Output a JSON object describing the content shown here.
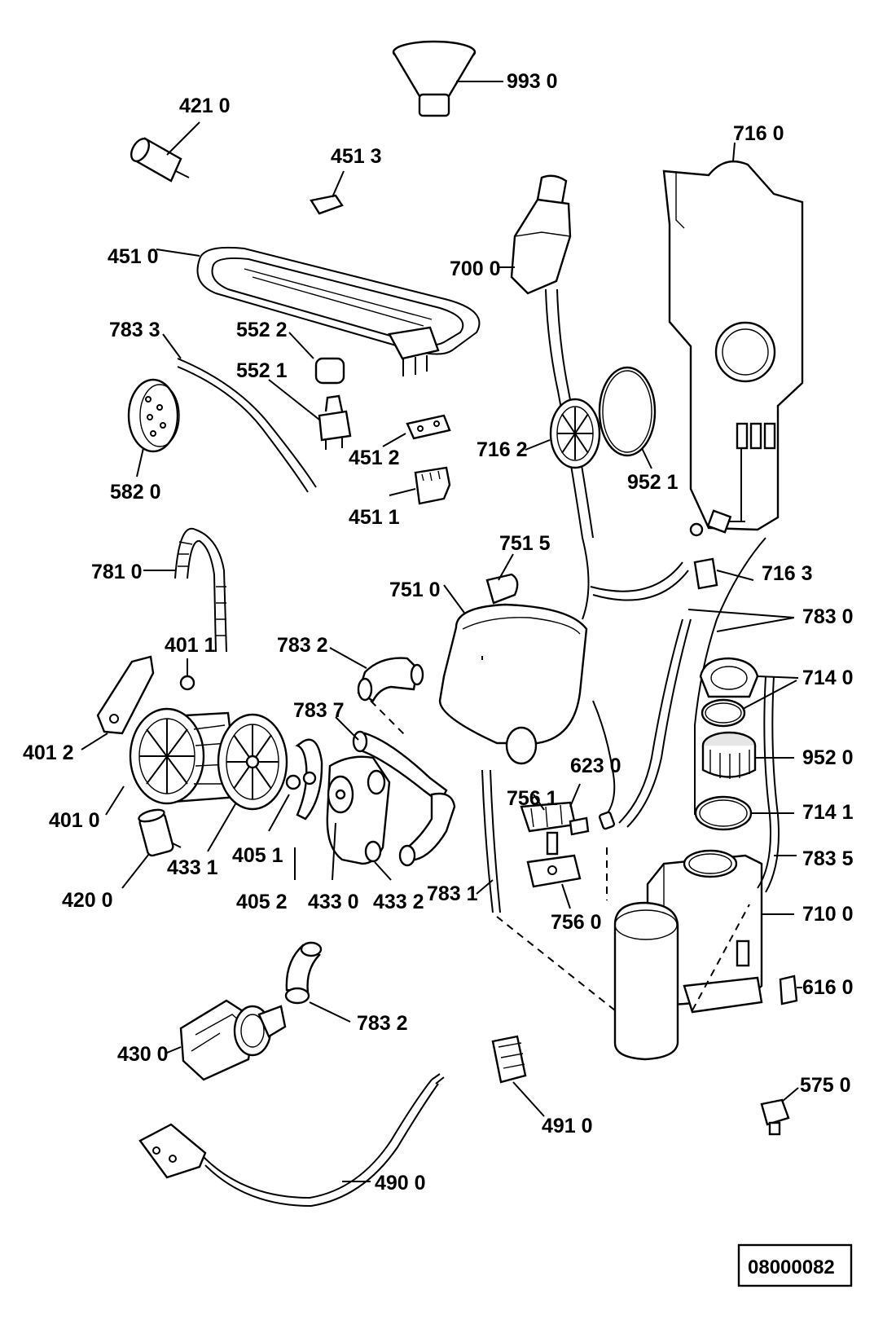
{
  "sheet_code": "08000082",
  "labels": {
    "p9930": "993 0",
    "p4210": "421 0",
    "p4513": "451 3",
    "p7160": "716 0",
    "p4510": "451 0",
    "p7000": "700 0",
    "p7833": "783 3",
    "p5522": "552 2",
    "p5521": "552 1",
    "p4512": "451 2",
    "p7162": "716 2",
    "p9521": "952 1",
    "p5820": "582 0",
    "p4511": "451 1",
    "p7810": "781 0",
    "p7515": "751 5",
    "p7163": "716 3",
    "p7510": "751 0",
    "p7830": "783 0",
    "p4011": "401 1",
    "p7832a": "783 2",
    "p7140": "714 0",
    "p7837": "783 7",
    "p6230": "623 0",
    "p9520": "952 0",
    "p4012": "401 2",
    "p7561": "756 1",
    "p7141": "714 1",
    "p4010": "401 0",
    "p7835": "783 5",
    "p4051": "405 1",
    "p4200": "420 0",
    "p4331": "433 1",
    "p7831": "783 1",
    "p7100": "710 0",
    "p4052": "405 2",
    "p4330": "433 0",
    "p4332": "433 2",
    "p7560": "756 0",
    "p6160": "616 0",
    "p7832b": "783 2",
    "p4300": "430 0",
    "p5750": "575 0",
    "p4910": "491 0",
    "p4900": "490 0"
  }
}
